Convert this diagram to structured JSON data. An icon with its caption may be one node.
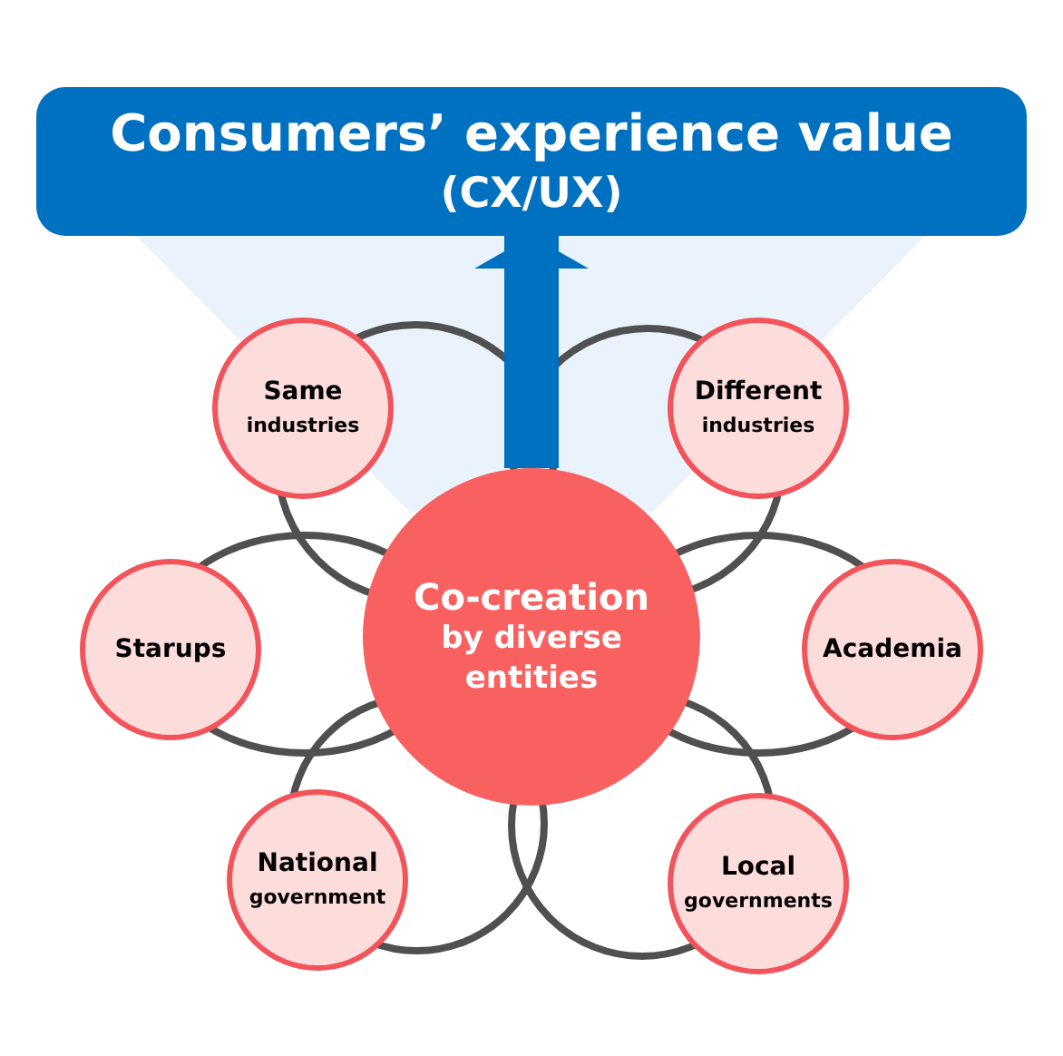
{
  "diagram": {
    "nodes": [
      {
        "text": [
          "Consumers’ experience value",
          "(CX/UX)"
        ]
      },
      {
        "text": [
          "Same",
          "industries"
        ]
      },
      {
        "text": [
          "Different",
          "industries"
        ]
      },
      {
        "text": [
          "Starups"
        ]
      },
      {
        "text": [
          "Co-creation",
          "by diverse entities"
        ]
      },
      {
        "text": [
          "Academia"
        ]
      },
      {
        "text": [
          "National",
          "government"
        ]
      },
      {
        "text": [
          "Local",
          "governments"
        ]
      }
    ],
    "edges": [
      {
        "from": 4,
        "to": 0,
        "arrow": "to"
      }
    ]
  }
}
